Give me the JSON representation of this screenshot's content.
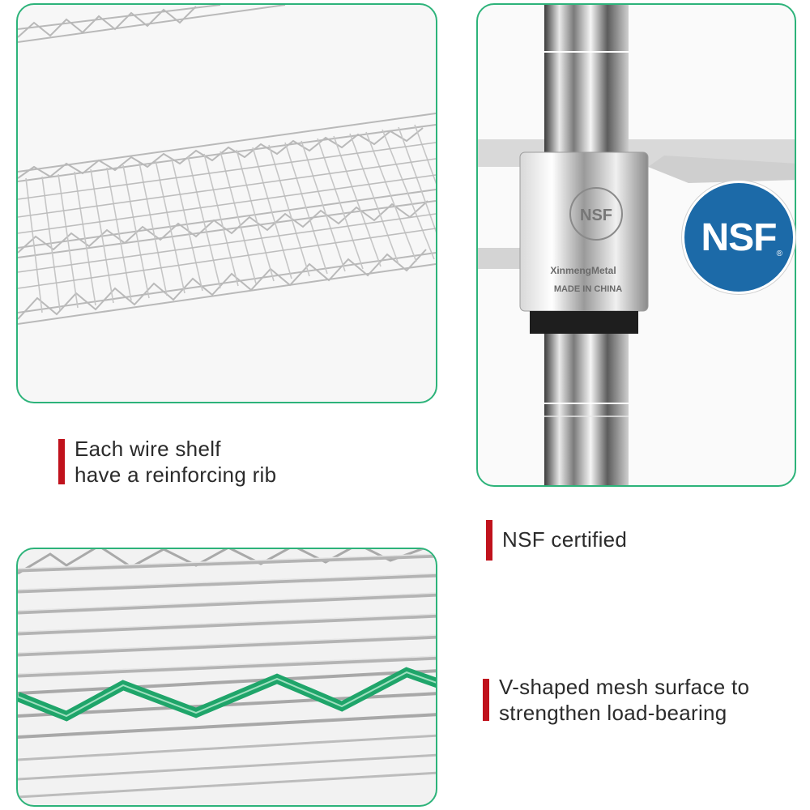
{
  "captions": {
    "rib_line1": "Each wire shelf",
    "rib_line2": "have a reinforcing rib",
    "nsf": "NSF certified",
    "mesh_line1": "V-shaped mesh surface to",
    "mesh_line2": "strengthen load-bearing"
  },
  "nsf_logo": {
    "text": "NSF",
    "registered_mark": "®"
  },
  "post_stamp": {
    "line1": "XinmengMetal",
    "line2": "MADE IN CHINA",
    "seal": "NSF"
  },
  "colors": {
    "panel_border": "#2db37a",
    "caption_bar": "#c0121c",
    "nsf_blue": "#1c6aa8",
    "mesh_highlight": "#1fa56a"
  }
}
